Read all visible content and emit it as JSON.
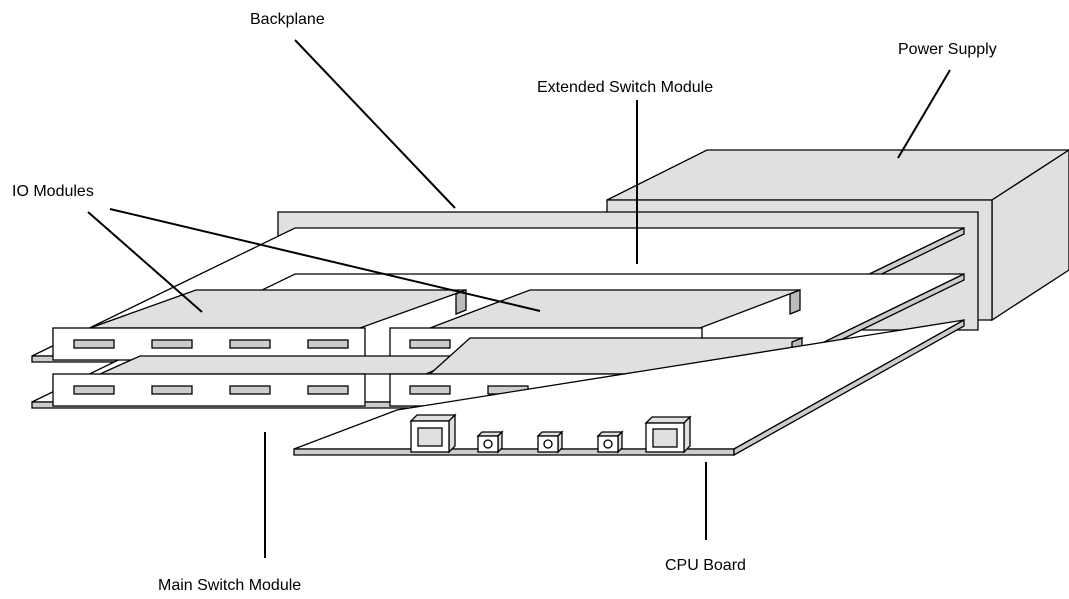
{
  "labels": {
    "backplane": "Backplane",
    "power_supply": "Power Supply",
    "extended_switch_module": "Extended Switch Module",
    "io_modules": "IO Modules",
    "main_switch_module": "Main Switch Module",
    "cpu_board": "CPU Board"
  },
  "colors": {
    "panel_fill": "#e0e0e0",
    "face_fill": "#ffffff",
    "slot_fill": "#c8c8c8",
    "stroke": "#000000"
  }
}
